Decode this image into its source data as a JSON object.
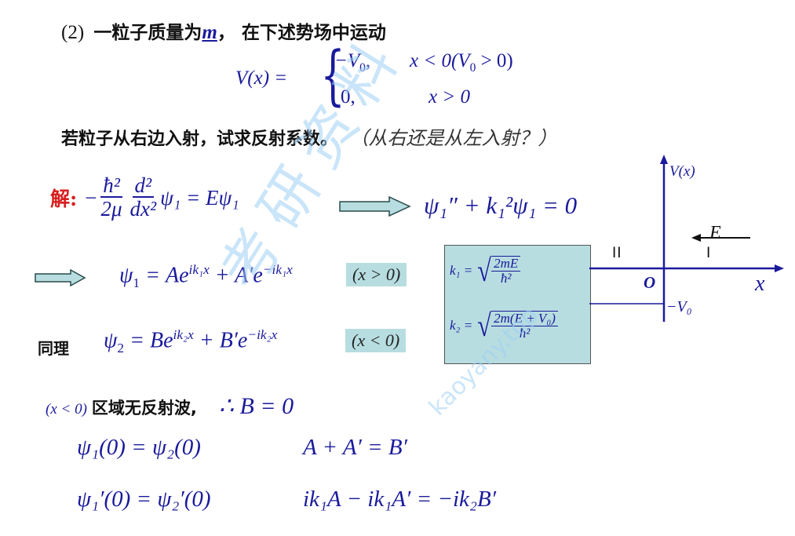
{
  "problem": {
    "number": "(2)",
    "statement_a": "一粒子质量为",
    "mass_symbol": "m",
    "statement_b": "，  在下述势场中运动",
    "potential": {
      "lhs": "V(x) =",
      "case1_value": "−V",
      "case1_value_sub": "0",
      "case1_value_tail": ",",
      "case1_cond": "x < 0(V",
      "case1_cond_sub": "0",
      "case1_cond_tail": " > 0)",
      "case2_value": "0,",
      "case2_cond": "x > 0"
    },
    "question": "若粒子从右边入射，试求反射系数。",
    "question_italic": "（从右还是从左入射？）"
  },
  "solution": {
    "label": "解:",
    "eq1": {
      "minus": "−",
      "frac1_num": "ħ²",
      "frac1_den": "2μ",
      "frac2_num": "d²",
      "frac2_den": "dx²",
      "rhs": "ψ₁ = Eψ₁"
    },
    "eq1_result": "ψ₁″ + k₁²ψ₁ = 0",
    "eq2": "ψ₁ = Ae^{ik₁x} + A′e^{−ik₁x}",
    "eq2_parts": {
      "psi": "ψ",
      "psi_sub": "1",
      "a": " = Ae",
      "a_sup": "ik₁x",
      "b": " + A′e",
      "b_sup": "−ik₁x"
    },
    "eq2_region": "(x > 0)",
    "similarly_label": "同理",
    "eq3_parts": {
      "psi": "ψ",
      "psi_sub": "2",
      "a": " = Be",
      "a_sup": "ik₂x",
      "b": " + B′e",
      "b_sup": "−ik₂x"
    },
    "eq3_region": "(x < 0)",
    "no_reflection_region": "(x < 0)",
    "no_reflection_text": "区域无反射波,",
    "therefore": "∴ B = 0",
    "bc1_lhs": "ψ₁(0) = ψ₂(0)",
    "bc1_rhs": "A + A′ = B′",
    "bc2_lhs": "ψ₁′(0) = ψ₂′(0)",
    "bc2_rhs": "ik₁A − ik₁A′ = −ik₂B′"
  },
  "wavenumbers": {
    "k1_lhs": "k₁ =",
    "k1_num": "2mE",
    "k1_den": "ħ²",
    "k2_lhs": "k₂ =",
    "k2_num": "2m(E + V₀)",
    "k2_den": "ħ²"
  },
  "diagram": {
    "y_axis_label": "V(x)",
    "x_axis_label": "x",
    "origin_label": "O",
    "well_label": "−V₀",
    "energy_label": "E",
    "region_left": "II",
    "region_right": "I"
  },
  "watermark": {
    "cn": "考研资料",
    "url": "kaoyany.top"
  },
  "colors": {
    "math_blue": "#1a1a9c",
    "solution_red": "#d81e1e",
    "highlight_teal": "#b7dde0",
    "watermark_blue": "#9fd0f5"
  }
}
